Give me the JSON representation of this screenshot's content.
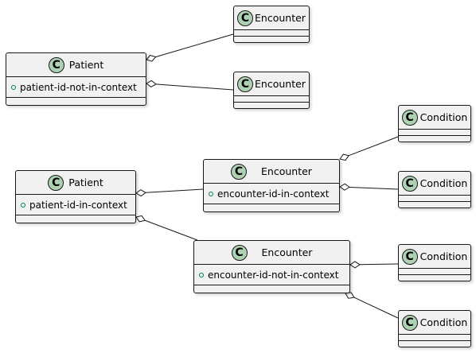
{
  "diagram": {
    "classes": {
      "patient_a": {
        "name": "Patient",
        "attribute": "patient-id-not-in-context"
      },
      "enc_a1": {
        "name": "Encounter"
      },
      "enc_a2": {
        "name": "Encounter"
      },
      "patient_b": {
        "name": "Patient",
        "attribute": "patient-id-in-context"
      },
      "enc_b1": {
        "name": "Encounter",
        "attribute": "encounter-id-in-context"
      },
      "enc_b2": {
        "name": "Encounter",
        "attribute": "encounter-id-not-in-context"
      },
      "cond_1": {
        "name": "Condition"
      },
      "cond_2": {
        "name": "Condition"
      },
      "cond_3": {
        "name": "Condition"
      },
      "cond_4": {
        "name": "Condition"
      }
    },
    "class_badge_letter": "C",
    "colors": {
      "badge": "#add1b2",
      "box_fill": "#f1f1f1",
      "border": "#181818",
      "visibility_marker": "#038048"
    },
    "relations": [
      {
        "from": "patient_a",
        "to": "enc_a1",
        "type": "aggregation"
      },
      {
        "from": "patient_a",
        "to": "enc_a2",
        "type": "aggregation"
      },
      {
        "from": "patient_b",
        "to": "enc_b1",
        "type": "aggregation"
      },
      {
        "from": "patient_b",
        "to": "enc_b2",
        "type": "aggregation"
      },
      {
        "from": "enc_b1",
        "to": "cond_1",
        "type": "aggregation"
      },
      {
        "from": "enc_b1",
        "to": "cond_2",
        "type": "aggregation"
      },
      {
        "from": "enc_b2",
        "to": "cond_3",
        "type": "aggregation"
      },
      {
        "from": "enc_b2",
        "to": "cond_4",
        "type": "aggregation"
      }
    ]
  }
}
